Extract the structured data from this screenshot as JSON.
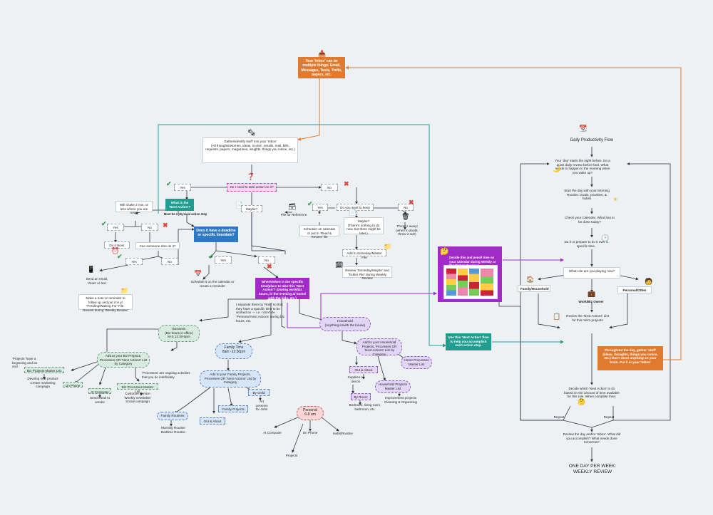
{
  "nodes": {
    "inbox": "Your 'Inbox' can be multiple things: Email, Messages, Texts, Trello, papers, etc.",
    "gather": "Gather/identify stuff' into your 'Inbox'\n(All thoughts/worries, ideas, to-dos', emails, mail, bills, requests, papers, magazines, insights, things you notice, etc.)",
    "need_action": "Do I need to take action on it?",
    "yes_main": "Yes",
    "no_main": "No",
    "maybe_main": "Maybe?",
    "next_action": "What is the 'Next Action'?",
    "physical": "Must be a physical action step",
    "two_min": "Will it take 2 min. or less where you are now?",
    "yes_2min": "Yes",
    "no_2min": "No",
    "do_it": "Do it Now!",
    "someone_else": "Can someone else do it?",
    "yes_delegate": "Yes",
    "no_delegate": "No",
    "send_email": "Send an email, Voxer or text",
    "make_note": "Make a note or reminder to follow up and put it in yr 'Pending/Waiting For' File. Review during 'Weekly Review'",
    "deadline": "Does it have a deadline or specific time/date?",
    "yes_deadline": "Yes",
    "no_deadline": "No",
    "schedule_it": "Schedule it on the calendar or create a reminder",
    "where_when": "Where/when is the specific time/place to take this 'Next Action'? (During work/biz hours, in the evening at home/ with the kids, etc.)",
    "separate": "I separate them by 'Role' so that they have a specific time to be worked on --- i.e. I don't do 'Personal Next Actions' during biz hours, etc.",
    "keep_it": "Do you want to keep it?",
    "yes_keep": "Yes",
    "no_keep": "No",
    "file_ref": "File for Reference",
    "schedule_review": "Schedule on calendar or put in 'Read & Review' file",
    "maybe_keep": "Maybe?\n(There's nothing to do now, but there might be later.)",
    "throw": "Throw it away!\n(when in doubt, throw it out!)",
    "someday": "Add to Someday/Master File",
    "review_someday": "Review 'Someday/Maybe' and 'Tickler File' during Weekly Review",
    "decide_block": "Decide this and pencil time on your calendar during Weekly or Big Picture Reviews.",
    "use_flow": "Use this 'Next Action' flow to help you accomplish each action step.",
    "business": "Business\n(Biz hours in office)\nM-S 12:30-5pm",
    "biz_add": "Add to your Biz Projects, Processes OR 'Next Actions' List by Category",
    "projects_note": "'Projects' have a beginning and an end",
    "biz_projects": "Biz Projects Master List",
    "develop": "Develop new product\nCreate marketing campaign",
    "on_phone_biz": "On Phone",
    "at_computer_biz": "At Computer",
    "send_vendor": "Send email to vendor",
    "processes_note": "'Processes' are ongoing activities that you do indefinitely",
    "biz_processes": "Biz Processes Master List",
    "customer": "Customer service\nWeekly newsletter\nSocial campaign",
    "family_time": "Family Time\n8am -12:30pm",
    "family_add": "Add to your Family Projects, Processes OR 'Next Actions' List by Category",
    "family_routines": "Family Routines",
    "morning": "Morning Routine\nBedtime Routine",
    "out_about_fam": "Out & About",
    "family_projects": "Family Projects",
    "by_child": "By Child",
    "art": "Art Lessons for John",
    "household": "Household\n(Anything in/with the house)",
    "house_add": "Add to your Household Projects, Processes OR 'Next Actions' List by Category",
    "home_processes": "Home Processes Master List",
    "out_about_house": "Out & About",
    "supplies": "Supplies or decos",
    "house_projects": "Household Projects Master List",
    "improvement": "Improvement projects\nCleaning & Organizing",
    "by_room": "By Room",
    "rooms": "Bedroom, living room, bathroom, etc.",
    "personal": "Personal\n6-8 am",
    "at_computer_p": "At Computer",
    "on_phone_p": "On Phone",
    "habit": "Habit/Routine",
    "projects_p": "Projects",
    "daily_flow": "Daily Productivity Flow",
    "day_starts": "Your 'day' starts the night before. Do a quick daily review before bed. What needs to happen in the morning when you wake up?",
    "morning_routine": "Start the day with your Morning Routine: Goals, priorities, & habits",
    "check_cal": "Check your Calendar. What has to be done today?",
    "do_it_time": "Do it or prepare to do it over a specific time.",
    "what_role": "What role are you playing now?",
    "family_household": "Family/Household",
    "work_owner": "Work/Biz Owner",
    "personal_other": "Personal/Other",
    "review_next": "Review the 'Next Actions' List for this role's projects",
    "throughout": "Throughout the day, gather 'stuff' (ideas, thoughts, things you notice, etc.) Don't store anything on your brain. Put it in your 'Inbox'",
    "decide_which": "Decide which 'Next Action' to do based on the amount of time available for this role. When complete then:",
    "repeat_left": "Repeat",
    "repeat_right": "Repeat",
    "review_day": "Review the day and/or 'Inbox'. What did you accomplish? What needs done tomorrow?",
    "weekly": "ONE DAY PER WEEK: WEEKLY REVIEW"
  },
  "icons": {
    "inbox_icon": "inbox-tray-icon",
    "doc_icon": "document-icon",
    "question_icon": "question-mark-icon",
    "check_icon": "✔",
    "x_icon": "✖",
    "calendar_icon": "calendar-icon",
    "moon_icon": "moon-icon",
    "sun_icon": "sun-icon",
    "clock_icon": "clock-icon",
    "house_icon": "house-icon",
    "briefcase_icon": "briefcase-icon",
    "avatar_icon": "avatar-icon",
    "list_icon": "list-icon",
    "emoji_icon": "thinking-face-icon"
  },
  "colors": {
    "orange": "#e07a2e",
    "teal": "#1f9e8f",
    "blue": "#2f78c4",
    "purple": "#a12ac9",
    "line": "#2b3440"
  }
}
